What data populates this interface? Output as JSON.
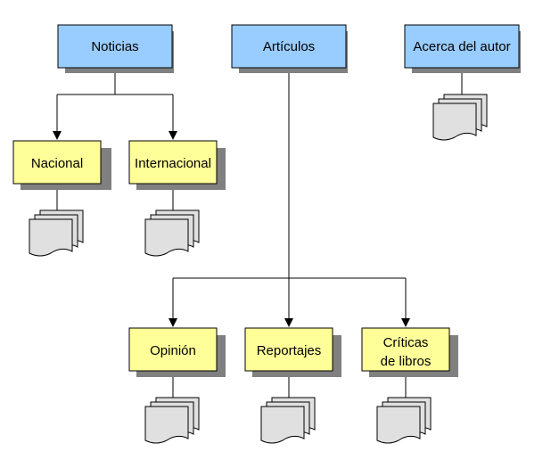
{
  "diagram": {
    "colors": {
      "top_box": "#99ccff",
      "sub_box": "#ffff99",
      "shadow": "#808080",
      "stroke": "#000000",
      "doc_fill": "#e0e0e0"
    },
    "nodes": {
      "noticias": "Noticias",
      "articulos": "Artículos",
      "acerca": "Acerca del autor",
      "nacional": "Nacional",
      "internacional": "Internacional",
      "opinion": "Opinión",
      "reportajes": "Reportajes",
      "criticas_1": "Críticas",
      "criticas_2": "de libros"
    }
  }
}
